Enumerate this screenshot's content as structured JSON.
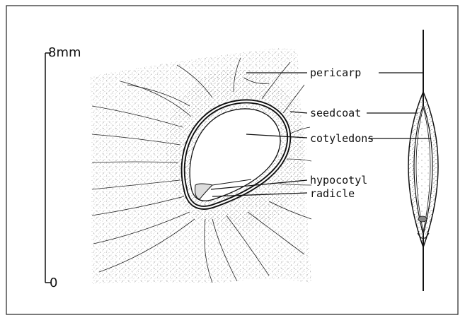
{
  "scale": {
    "top_label": "8mm",
    "bottom_label": "0"
  },
  "labels": {
    "pericarp": "pericarp",
    "seedcoat": "seedcoat",
    "cotyledons": "cotyledons",
    "hypocotyl": "hypocotyl",
    "radicle": "radicle"
  },
  "colors": {
    "ink": "#111111",
    "paper": "#ffffff"
  }
}
